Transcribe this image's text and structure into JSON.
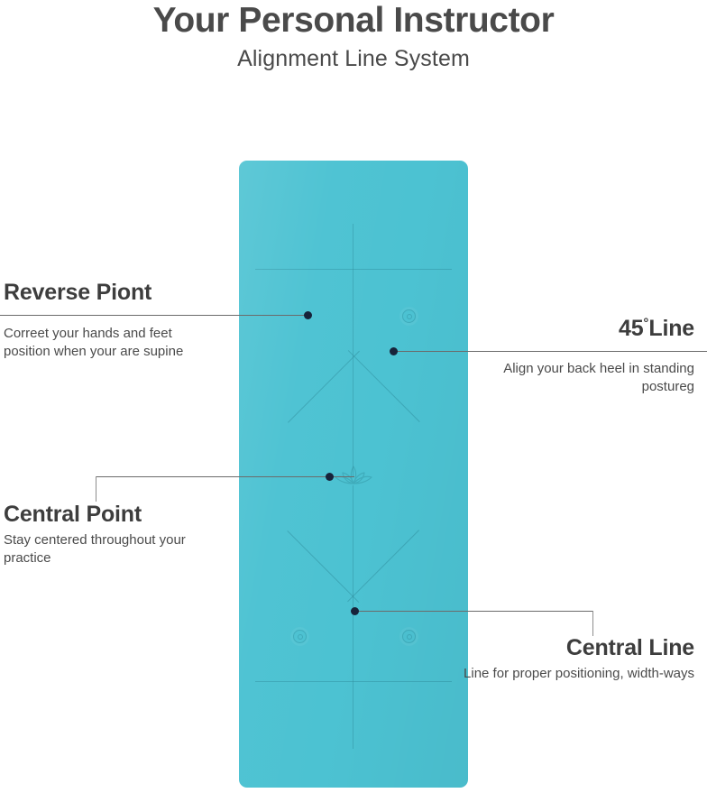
{
  "header": {
    "title": "Your Personal Instructor",
    "subtitle": "Alignment Line System"
  },
  "product": {
    "type": "yoga-mat",
    "brand_wordmark": "",
    "mat_color": "#4cc2d2",
    "engraving_color": "#2e8c9b",
    "center_emblem": "lotus-flower"
  },
  "callouts": [
    {
      "id": "reverse-point",
      "title": "Reverse Piont",
      "description": "Correet your hands and feet position when your are supine",
      "side": "left"
    },
    {
      "id": "forty-five-line",
      "title": "45",
      "degree_symbol": "°",
      "title_suffix": "Line",
      "description": "Align your back heel in standing postureg",
      "side": "right"
    },
    {
      "id": "central-point",
      "title": "Central Point",
      "description": "Stay centered throughout your practice",
      "side": "left"
    },
    {
      "id": "central-line",
      "title": "Central Line",
      "description": "Line for proper positioning, width-ways",
      "side": "right"
    }
  ],
  "colors": {
    "heading": "#3d3d3d",
    "body": "#4a4a4a",
    "leader_line": "#6b6b6b",
    "dot": "#17233a",
    "background": "#ffffff"
  }
}
